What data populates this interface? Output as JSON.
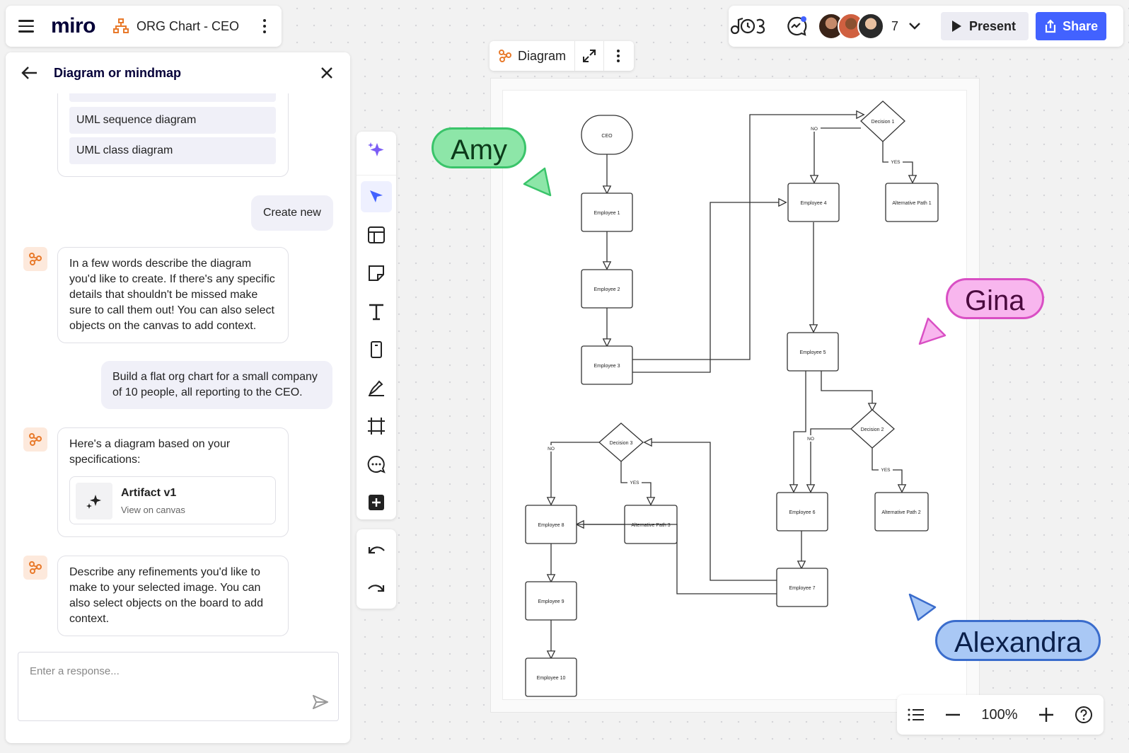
{
  "app": {
    "logo": "miro",
    "board_title": "ORG Chart - CEO"
  },
  "header": {
    "collaborator_count": "7",
    "present_label": "Present",
    "share_label": "Share"
  },
  "panel": {
    "title": "Diagram or mindmap",
    "options": [
      "UML sequence diagram",
      "UML class diagram"
    ],
    "messages": [
      {
        "role": "user",
        "text": "Create new"
      },
      {
        "role": "bot",
        "text": "In a few words describe the diagram you'd like to create. If there's any specific details that shouldn't be missed make sure to call them out! You can also select objects on the canvas to add context."
      },
      {
        "role": "user",
        "text": "Build a flat org chart for a small company of 10 people, all reporting to the CEO."
      },
      {
        "role": "bot",
        "text": "Here's a diagram based on your specifications:"
      },
      {
        "role": "bot",
        "text": "Describe any refinements you'd like to make to your selected image. You can also select objects on the board to add context."
      }
    ],
    "artifact": {
      "title": "Artifact v1",
      "subtitle": "View on canvas"
    },
    "input_placeholder": "Enter a response..."
  },
  "diagram_header": {
    "label": "Diagram"
  },
  "flowchart": {
    "nodes": {
      "ceo": "CEO",
      "e1": "Employee 1",
      "e2": "Employee 2",
      "e3": "Employee 3",
      "e4": "Employee 4",
      "e5": "Employee 5",
      "e6": "Employee 6",
      "e7": "Employee 7",
      "e8": "Employee 8",
      "e9": "Employee 9",
      "e10": "Employee 10",
      "d1": "Decision 1",
      "d2": "Decision 2",
      "d3": "Decision 3",
      "ap1": "Alternative Path 1",
      "ap2": "Alternative Path 2",
      "ap3": "Alternative Path 3"
    },
    "edge_labels": {
      "no": "NO",
      "yes": "YES"
    }
  },
  "cursors": [
    {
      "name": "Amy",
      "color": "#3ac46a",
      "fill": "#8de6a8"
    },
    {
      "name": "Gina",
      "color": "#d94fc4",
      "fill": "#f8b6ee"
    },
    {
      "name": "Alexandra",
      "color": "#3a6ccc",
      "fill": "#a9c8f5"
    }
  ],
  "zoom": {
    "value": "100%"
  }
}
